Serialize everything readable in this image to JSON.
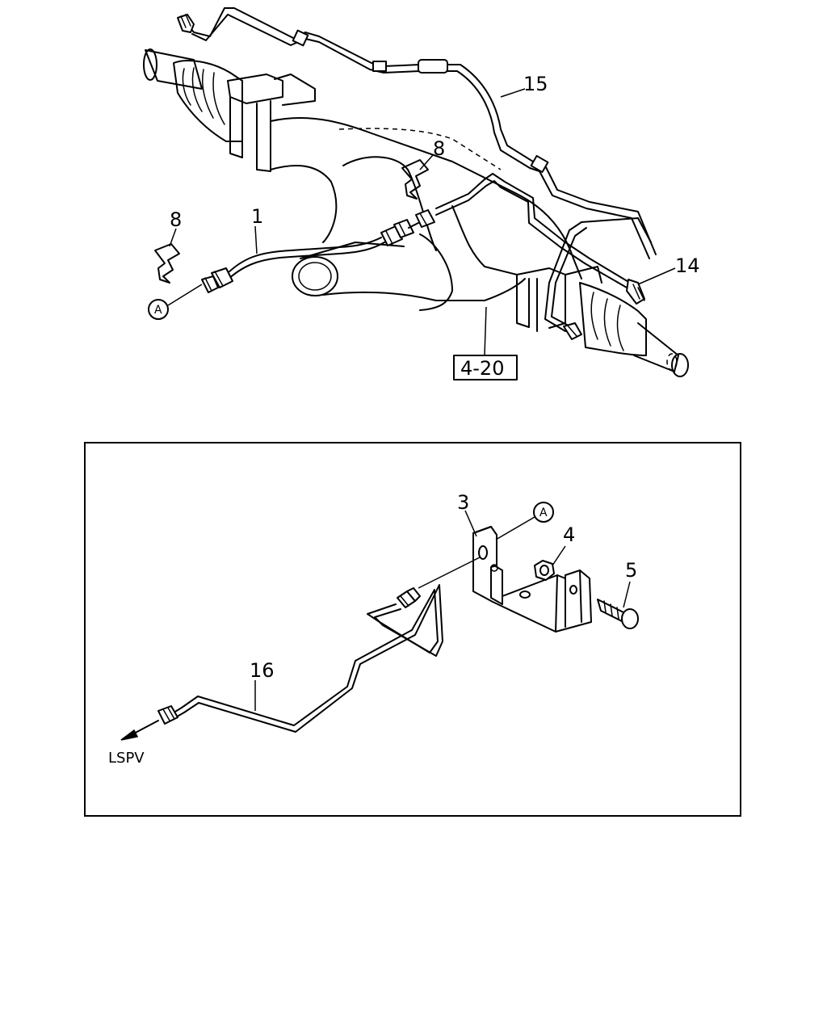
{
  "callouts": {
    "pipe_15": "15",
    "clip_8_upper": "8",
    "clip_8_lower": "8",
    "hose_1": "1",
    "pipe_14": "14",
    "bracket_3": "3",
    "nut_4": "4",
    "bolt_5": "5",
    "pipe_16": "16"
  },
  "reference_box": "4-20",
  "circle_markers": {
    "marker_a_upper": "A",
    "marker_a_lower": "A"
  },
  "destination_label": "LSPV"
}
